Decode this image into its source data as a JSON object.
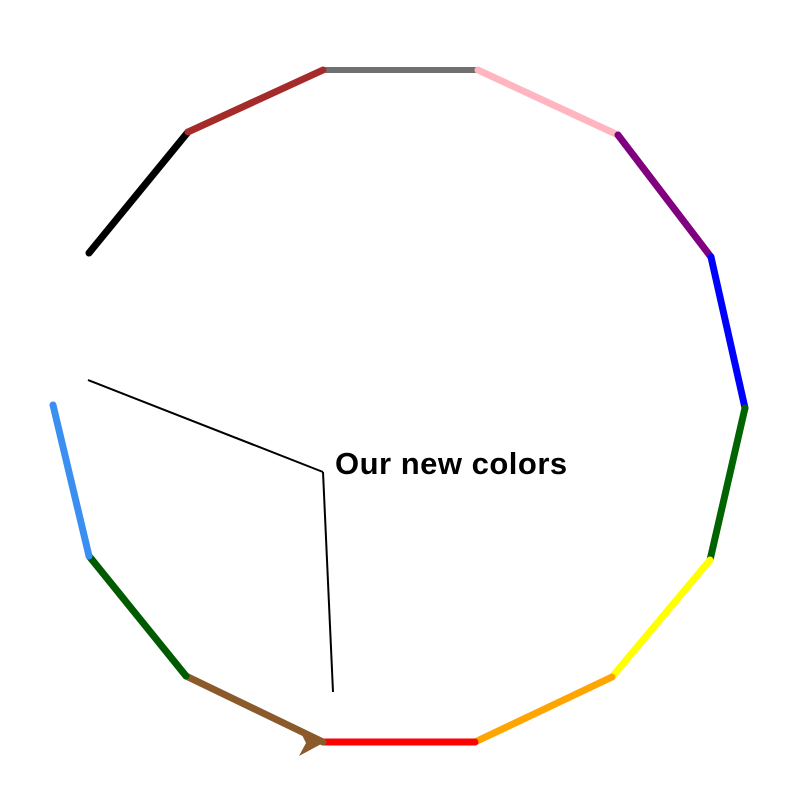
{
  "annotation": {
    "label": "Our new colors",
    "line_color": "#000000"
  },
  "segments": [
    {
      "name": "gray",
      "color": "#707070"
    },
    {
      "name": "pink",
      "color": "#ffb6c1"
    },
    {
      "name": "purple",
      "color": "#800080"
    },
    {
      "name": "blue",
      "color": "#0000ff"
    },
    {
      "name": "green",
      "color": "#006400"
    },
    {
      "name": "yellow",
      "color": "#ffff00"
    },
    {
      "name": "orange",
      "color": "#ffa500"
    },
    {
      "name": "red",
      "color": "#ff0000"
    },
    {
      "name": "brown",
      "color": "#8b5a2b"
    },
    {
      "name": "darkgreen",
      "color": "#005a00"
    },
    {
      "name": "lightblue",
      "color": "#3b8ff0"
    },
    {
      "name": "black",
      "color": "#000000"
    },
    {
      "name": "darkred",
      "color": "#a52a2a"
    }
  ],
  "background": "#ffffff"
}
